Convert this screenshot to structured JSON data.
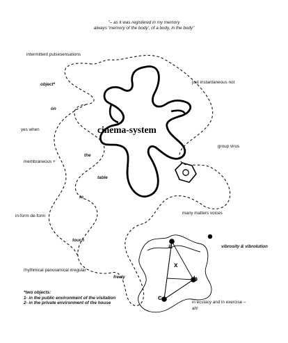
{
  "quote": {
    "line1": "\"– as it was registered in my memory",
    "line2": "always 'memory of the body', of a body, in the body\""
  },
  "center_label": "cinema-system",
  "labels": {
    "intermittent": "intermittent pulsesensations",
    "object": "object*",
    "on": "on",
    "yes_when": "yes when",
    "the": "the",
    "membraneous": "membraneous +",
    "table": "table",
    "to": "to",
    "in_form": "in-form de-form",
    "touch": "touch",
    "rhythmical": "rhythmical panoramical irregular",
    "freely": "freely",
    "just_instantaneous": "just instantaneous not",
    "group_virus": "group virus",
    "many_matters": "many matters voices",
    "vibrosity": "vibrosity & vibrolution",
    "ecstacy_1": "in ecstacy and in exercise –",
    "ecstacy_2": "ah!"
  },
  "footnote": {
    "title": "*two objects:",
    "line1": "1- in the public environment of the visitation",
    "line2": "2- in the private environment of the house"
  },
  "triangle_nodes": {
    "a": "a",
    "b": "b",
    "c": "c",
    "x": "x"
  }
}
